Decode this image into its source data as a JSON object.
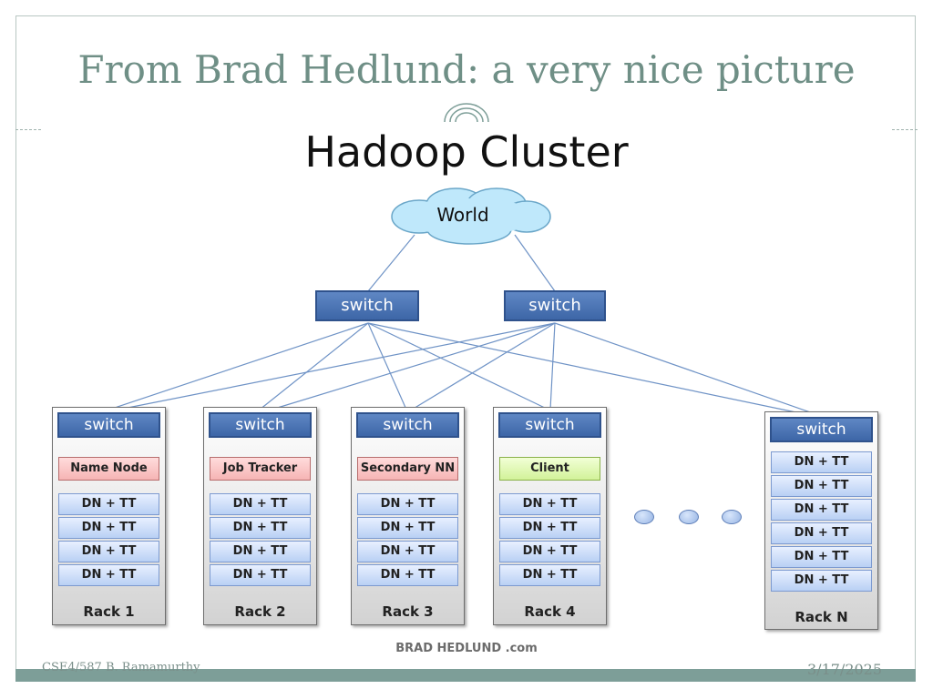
{
  "slide": {
    "title": "From Brad Hedlund: a very nice picture",
    "footer_left": "CSE4/587 B. Ramamurthy",
    "footer_right": "3/17/2025"
  },
  "diagram": {
    "heading": "Hadoop Cluster",
    "cloud_label": "World",
    "core_switches": [
      "switch",
      "switch"
    ],
    "racks": [
      {
        "switch": "switch",
        "role": "Name Node",
        "nodes": [
          "DN + TT",
          "DN + TT",
          "DN + TT",
          "DN + TT"
        ],
        "label": "Rack 1"
      },
      {
        "switch": "switch",
        "role": "Job Tracker",
        "nodes": [
          "DN + TT",
          "DN + TT",
          "DN + TT",
          "DN + TT"
        ],
        "label": "Rack 2"
      },
      {
        "switch": "switch",
        "role": "Secondary NN",
        "nodes": [
          "DN + TT",
          "DN + TT",
          "DN + TT",
          "DN + TT"
        ],
        "label": "Rack 3"
      },
      {
        "switch": "switch",
        "role": "Client",
        "nodes": [
          "DN + TT",
          "DN + TT",
          "DN + TT",
          "DN + TT"
        ],
        "label": "Rack 4"
      },
      {
        "switch": "switch",
        "role": "",
        "nodes": [
          "DN + TT",
          "DN + TT",
          "DN + TT",
          "DN + TT",
          "DN + TT",
          "DN + TT"
        ],
        "label": "Rack N"
      }
    ],
    "credit": "BRAD HEDLUND .com",
    "colors": {
      "switch": "#4a72b4",
      "role_pink": "#f6b4b4",
      "role_green": "#d2f299",
      "data_node": "#b9d0f4"
    }
  }
}
